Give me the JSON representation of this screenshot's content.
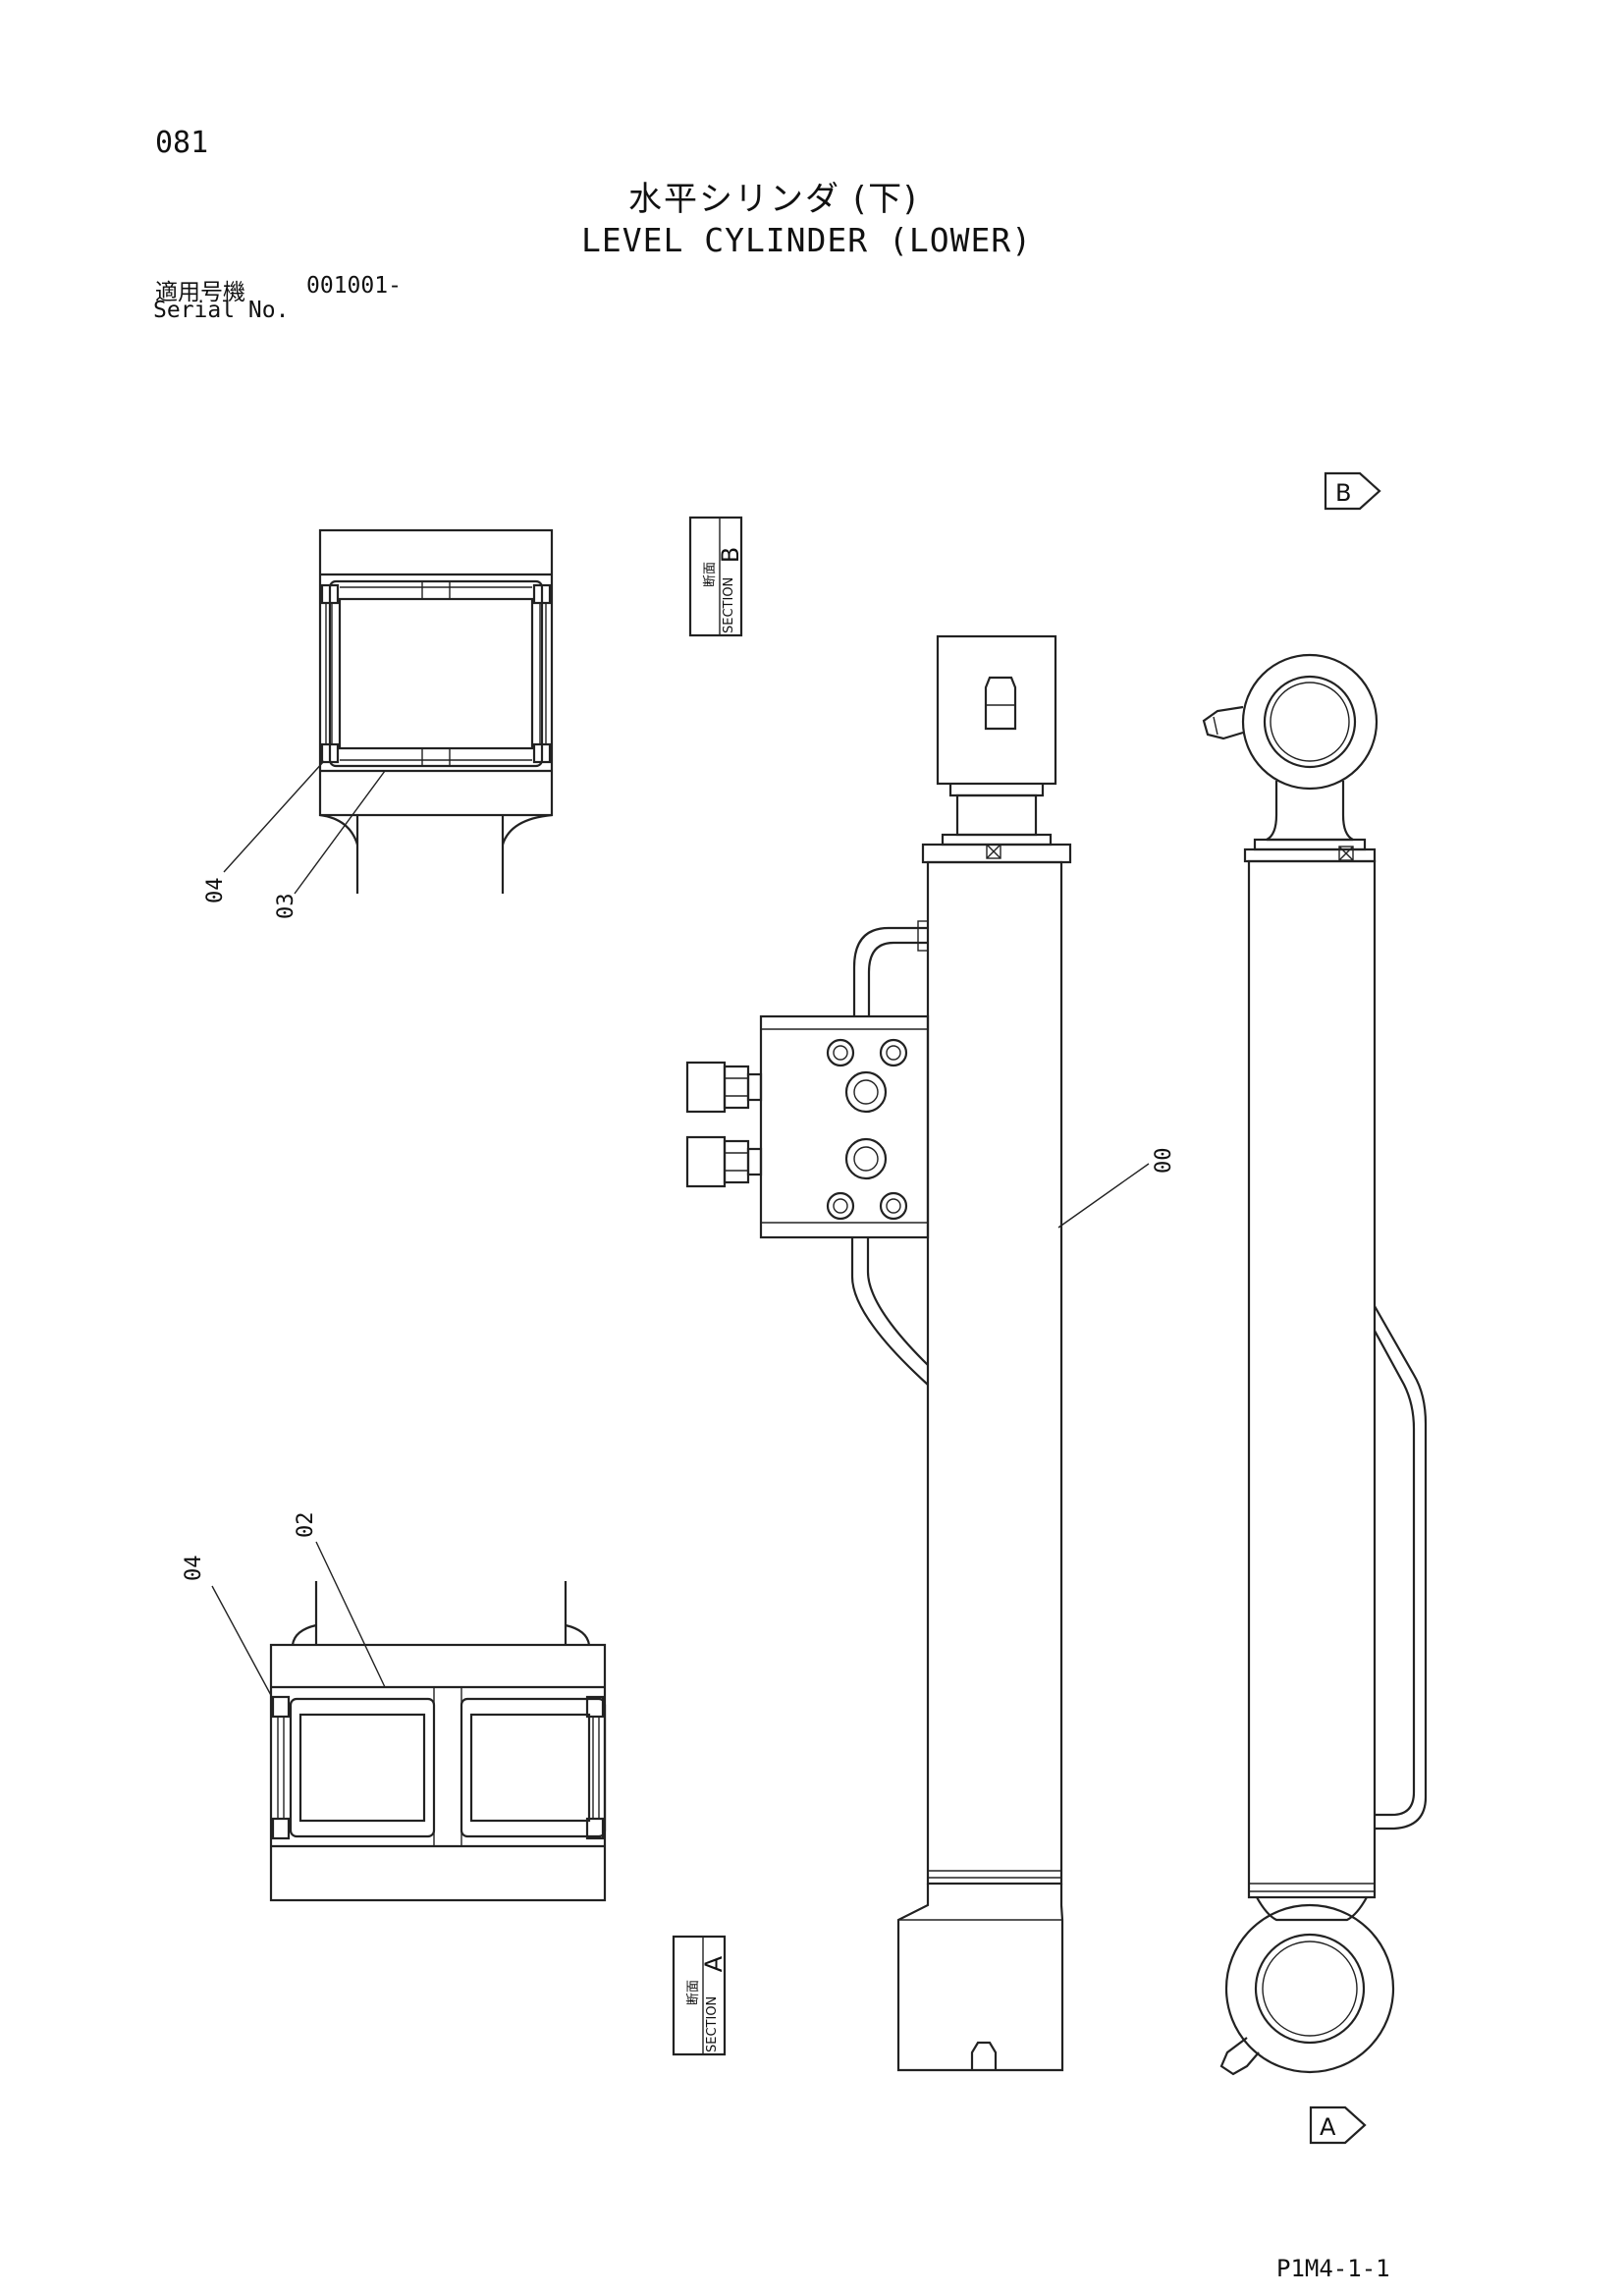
{
  "header": {
    "page_number": "081",
    "title_jp": "水平シリンダ (下)",
    "title_en": "LEVEL CYLINDER (LOWER)",
    "serial_label_jp": "適用号機",
    "serial_value": "001001-",
    "serial_label_en": "Serial No."
  },
  "section_b": {
    "letter": "B",
    "jp": "断面",
    "en": "SECTION",
    "parts": [
      "04",
      "03"
    ]
  },
  "section_a": {
    "letter": "A",
    "jp": "断面",
    "en": "SECTION",
    "parts": [
      "04",
      "02"
    ]
  },
  "main_cylinder": {
    "part": "00"
  },
  "view_markers": {
    "top": "B",
    "bottom": "A"
  },
  "footer": {
    "drawing_code": "P1M4-1-1"
  }
}
